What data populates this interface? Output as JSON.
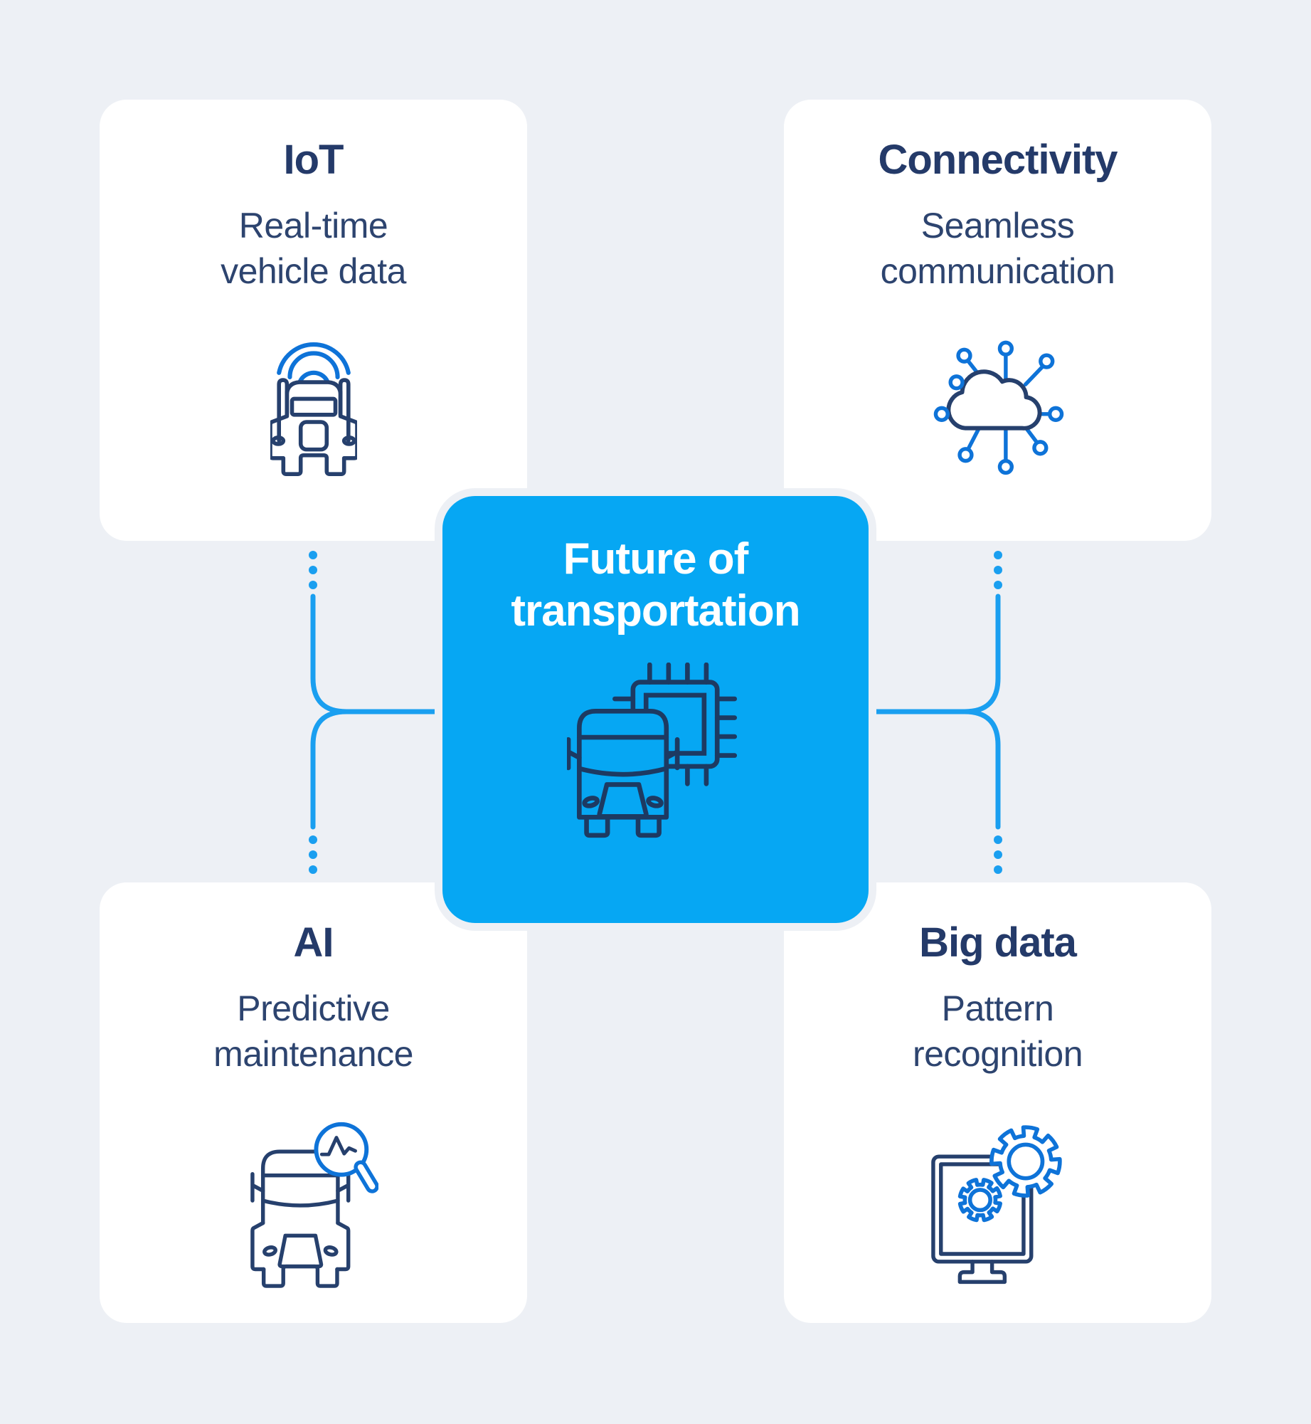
{
  "center": {
    "title_lines": [
      "Future of",
      "transportation"
    ],
    "icon": "truck-chip-icon"
  },
  "cards": {
    "iot": {
      "title": "IoT",
      "subtitle_lines": [
        "Real-time",
        "vehicle data"
      ],
      "icon": "truck-wifi-icon"
    },
    "connectivity": {
      "title": "Connectivity",
      "subtitle_lines": [
        "Seamless",
        "communication"
      ],
      "icon": "cloud-network-icon"
    },
    "ai": {
      "title": "AI",
      "subtitle_lines": [
        "Predictive",
        "maintenance"
      ],
      "icon": "truck-magnifier-icon"
    },
    "bigdata": {
      "title": "Big data",
      "subtitle_lines": [
        "Pattern",
        "recognition"
      ],
      "icon": "monitor-gears-icon"
    }
  },
  "colors": {
    "background": "#edf0f5",
    "card_background": "#ffffff",
    "center_card_background": "#06a7f3",
    "connector_blue": "#1a9ff0",
    "icon_navy": "#26406d",
    "icon_accent_blue": "#0e73d8",
    "center_icon_navy": "#1d3a62",
    "title_text": "#243a69",
    "subtitle_text": "#2d446f",
    "center_title_text": "#ffffff"
  }
}
